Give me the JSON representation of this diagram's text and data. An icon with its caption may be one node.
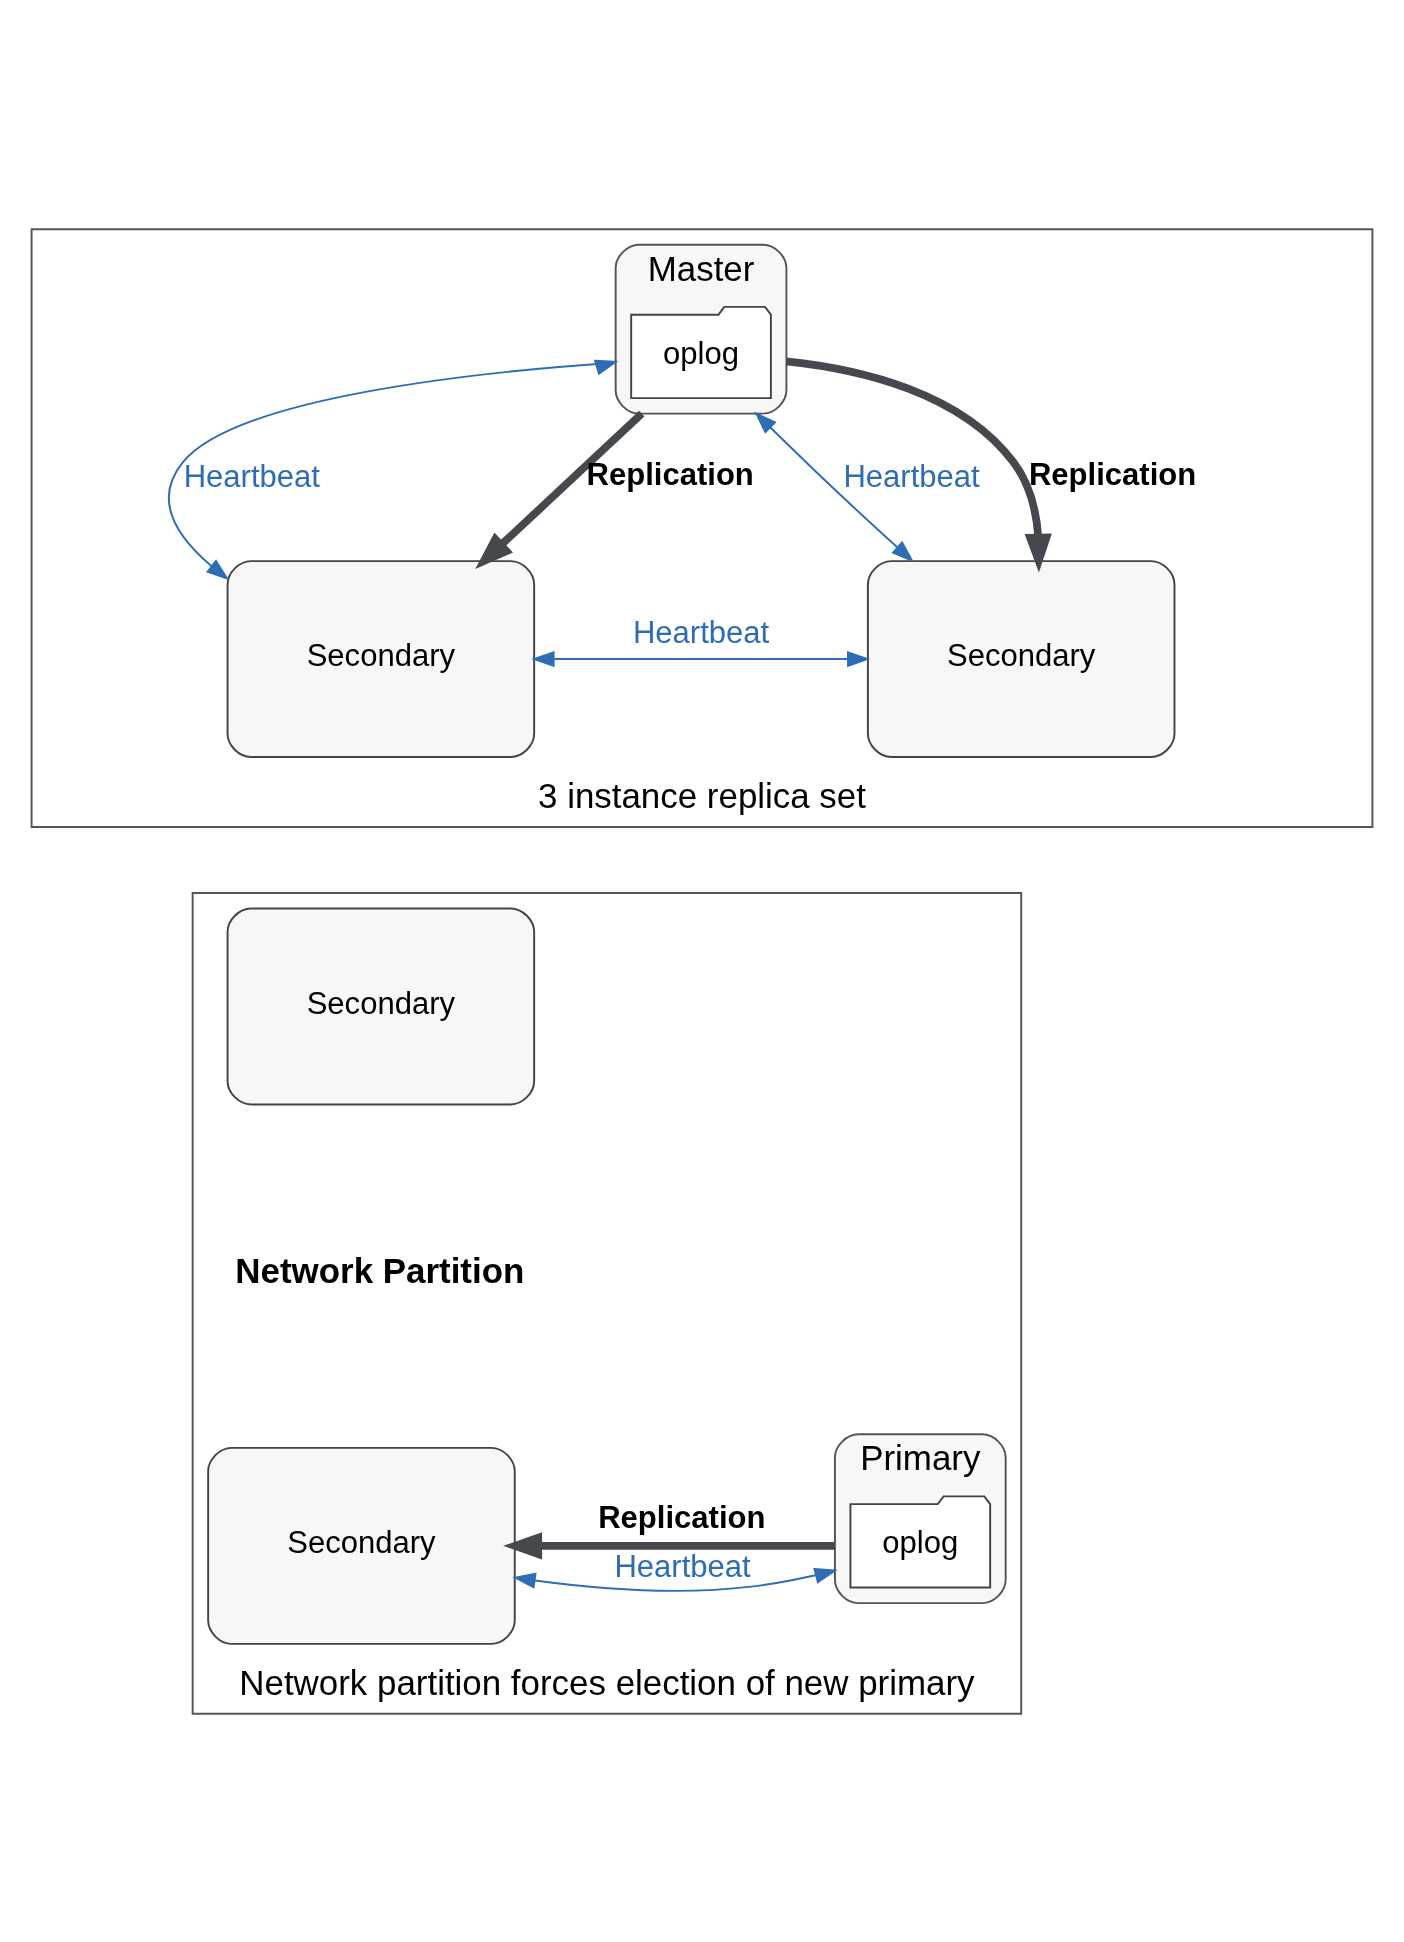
{
  "diagram": {
    "nodes": [
      {
        "text": [
          "3 instance replica set"
        ]
      },
      {
        "text": [
          "Master"
        ],
        "in": 0
      },
      {
        "text": [
          "oplog"
        ],
        "in": 1
      },
      {
        "text": [
          "Secondary"
        ],
        "in": 0
      },
      {
        "text": [
          "Secondary"
        ],
        "in": 0
      },
      {
        "text": [
          "Network partition forces election of new primary"
        ]
      },
      {
        "text": [
          "Secondary"
        ],
        "in": 5
      },
      {
        "text": [
          "Network Partition"
        ],
        "in": 5
      },
      {
        "text": [
          "Secondary"
        ],
        "in": 5
      },
      {
        "text": [
          "Primary"
        ],
        "in": 5
      },
      {
        "text": [
          "oplog"
        ],
        "in": 9
      }
    ],
    "edges": [
      {
        "from": 1,
        "to": 3,
        "arrow": "both",
        "label": "Heartbeat"
      },
      {
        "from": 1,
        "to": 4,
        "arrow": "both",
        "label": "Heartbeat"
      },
      {
        "from": 1,
        "to": 3,
        "arrow": "to",
        "label": "Replication",
        "style": "thick",
        "color": "#45494e"
      },
      {
        "from": 1,
        "to": 4,
        "arrow": "to",
        "label": "Replication",
        "style": "thick",
        "color": "#45494e"
      },
      {
        "from": 3,
        "to": 4,
        "arrow": "both",
        "label": "Heartbeat"
      },
      {
        "from": 9,
        "to": 8,
        "arrow": "to",
        "label": "Replication",
        "style": "thick",
        "color": "#45494e"
      },
      {
        "from": 9,
        "to": 8,
        "arrow": "both",
        "label": "Heartbeat"
      }
    ]
  }
}
